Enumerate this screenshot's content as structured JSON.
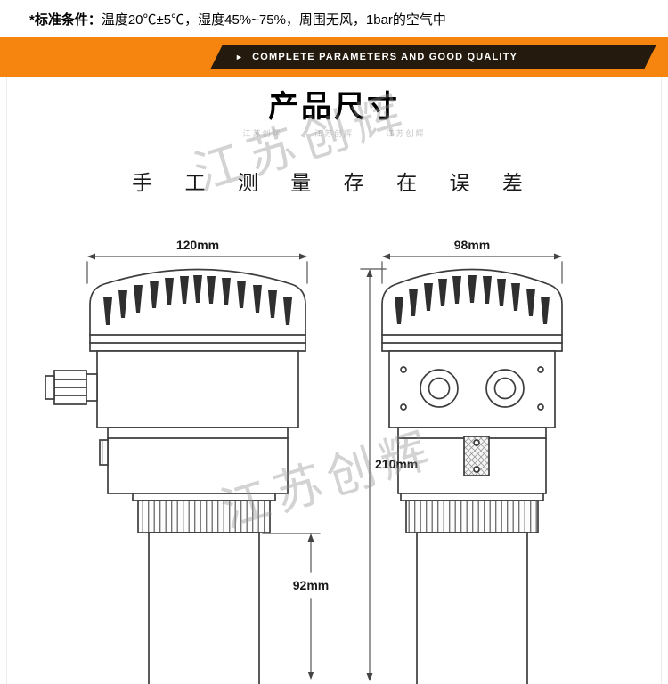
{
  "note": {
    "label": "*标准条件：",
    "text": "温度20℃±5℃，湿度45%~75%，周围无风，1bar的空气中"
  },
  "banner": {
    "arrow": "►",
    "text": "COMPLETE PARAMETERS AND GOOD QUALITY",
    "band_color": "#f5850e",
    "ribbon_color": "#241b0e"
  },
  "section": {
    "title": "产品尺寸",
    "subtitle": "手 工 测 量  存 在 误 差"
  },
  "watermark": {
    "text": "江苏创辉"
  },
  "dimensions": {
    "left_width": "120mm",
    "left_horn_height": "92mm",
    "right_width": "98mm",
    "right_total_height": "210mm"
  }
}
